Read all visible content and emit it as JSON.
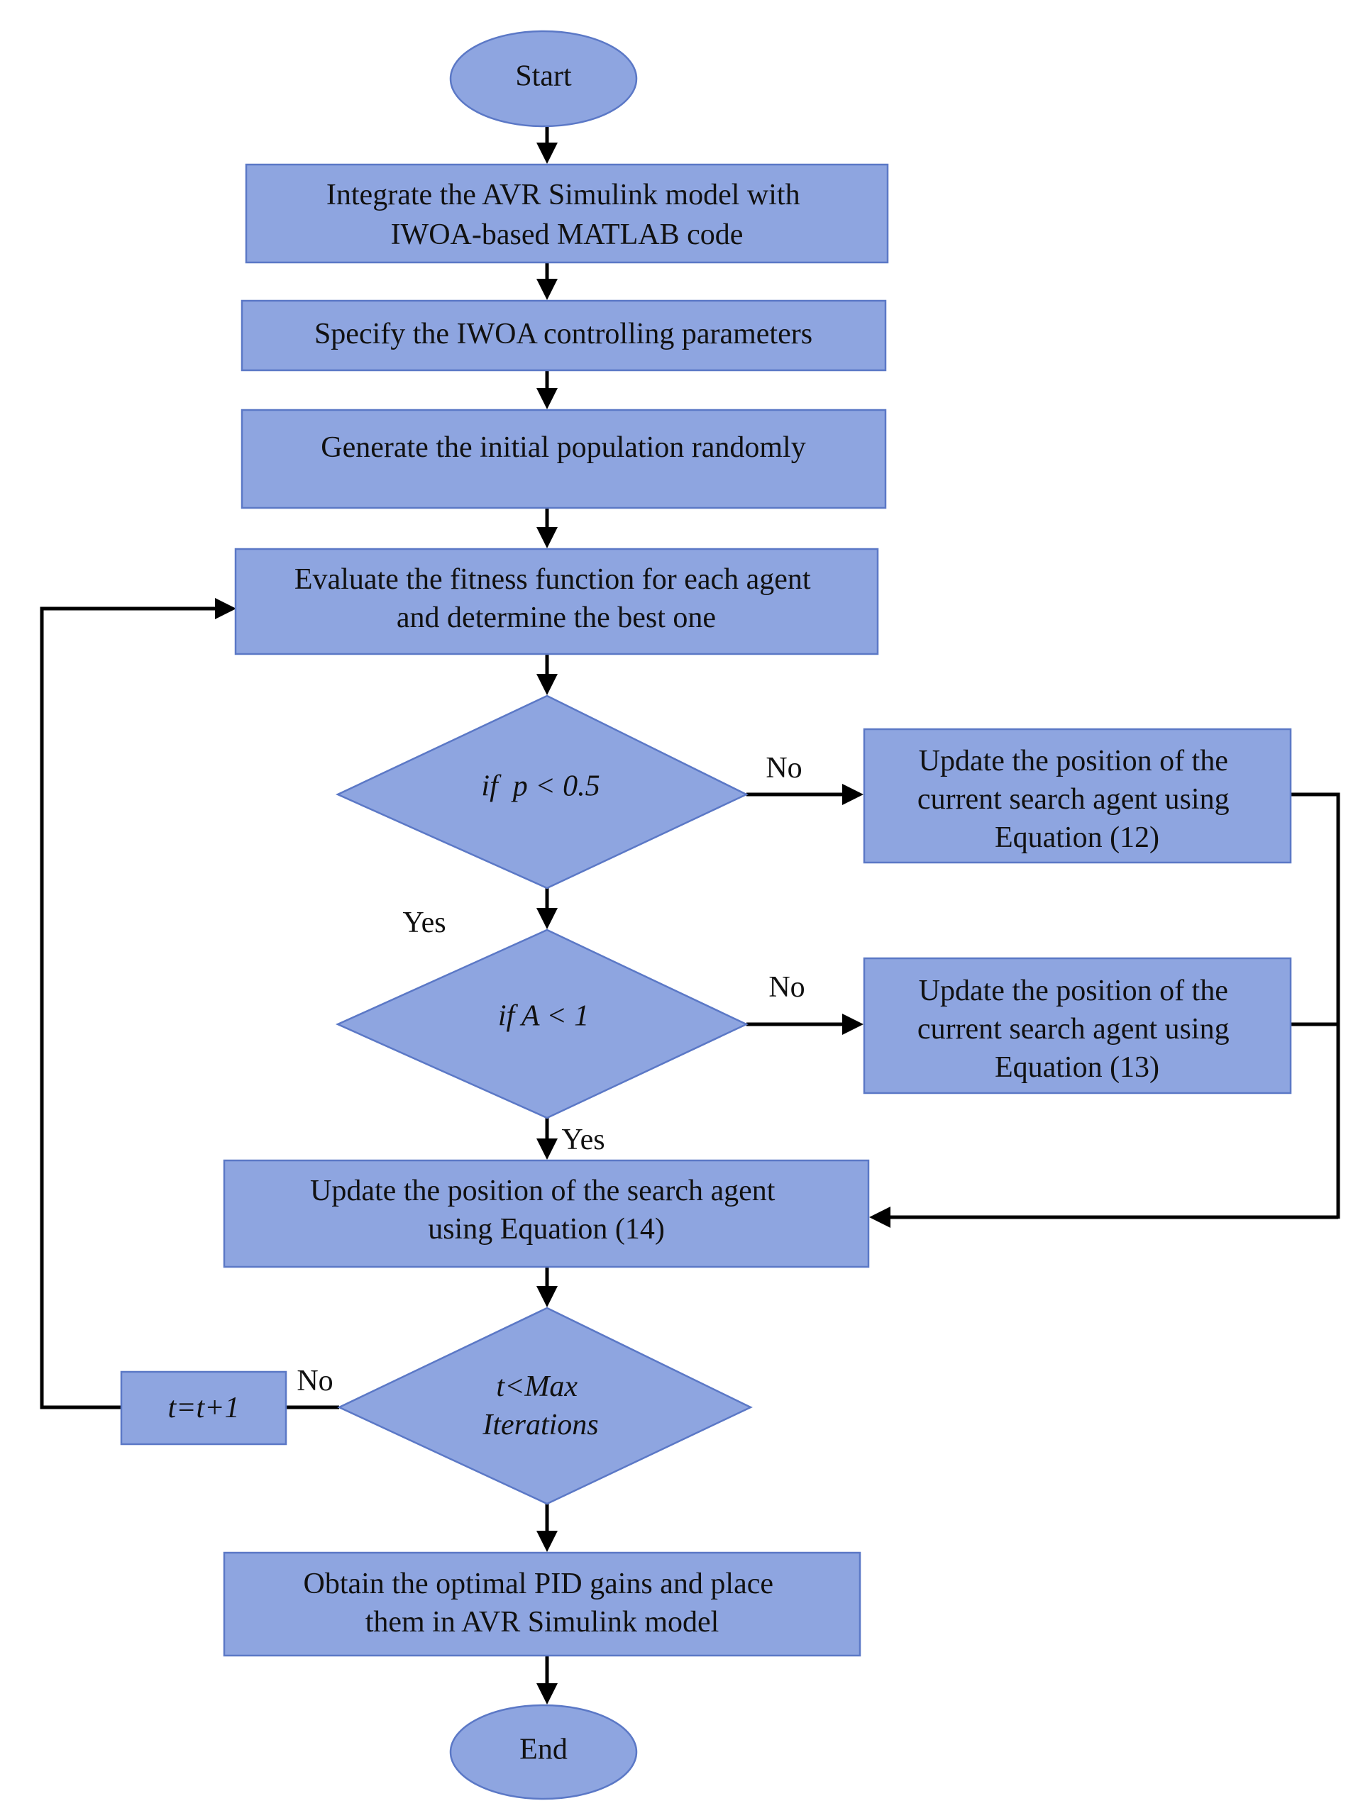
{
  "colors": {
    "fill": "#8ea5e0",
    "stroke": "#5b78c6",
    "line": "#000000",
    "text": "#111111"
  },
  "nodes": {
    "start": "Start",
    "integrate": [
      "Integrate the AVR Simulink model with",
      "IWOA-based MATLAB code"
    ],
    "specify": "Specify the IWOA controlling parameters",
    "generate": "Generate the initial population randomly",
    "evaluate": [
      "Evaluate the fitness function for each agent",
      "and determine the best one"
    ],
    "decision_p": "if  p < 0.5",
    "update12": [
      "Update the position of the",
      "current search agent using",
      "Equation (12)"
    ],
    "decision_a": "if A < 1",
    "update13": [
      "Update the position of the",
      "current search agent using",
      "Equation (13)"
    ],
    "update14": [
      "Update the position of the search agent",
      "using Equation (14)"
    ],
    "decision_t": [
      "t<Max",
      "Iterations"
    ],
    "increment": "t=t+1",
    "obtain": [
      "Obtain the optimal PID gains and place",
      "them in AVR Simulink model"
    ],
    "end": "End"
  },
  "edge_labels": {
    "p_no": "No",
    "p_yes": "Yes",
    "a_no": "No",
    "a_yes": "Yes",
    "t_no": "No"
  }
}
